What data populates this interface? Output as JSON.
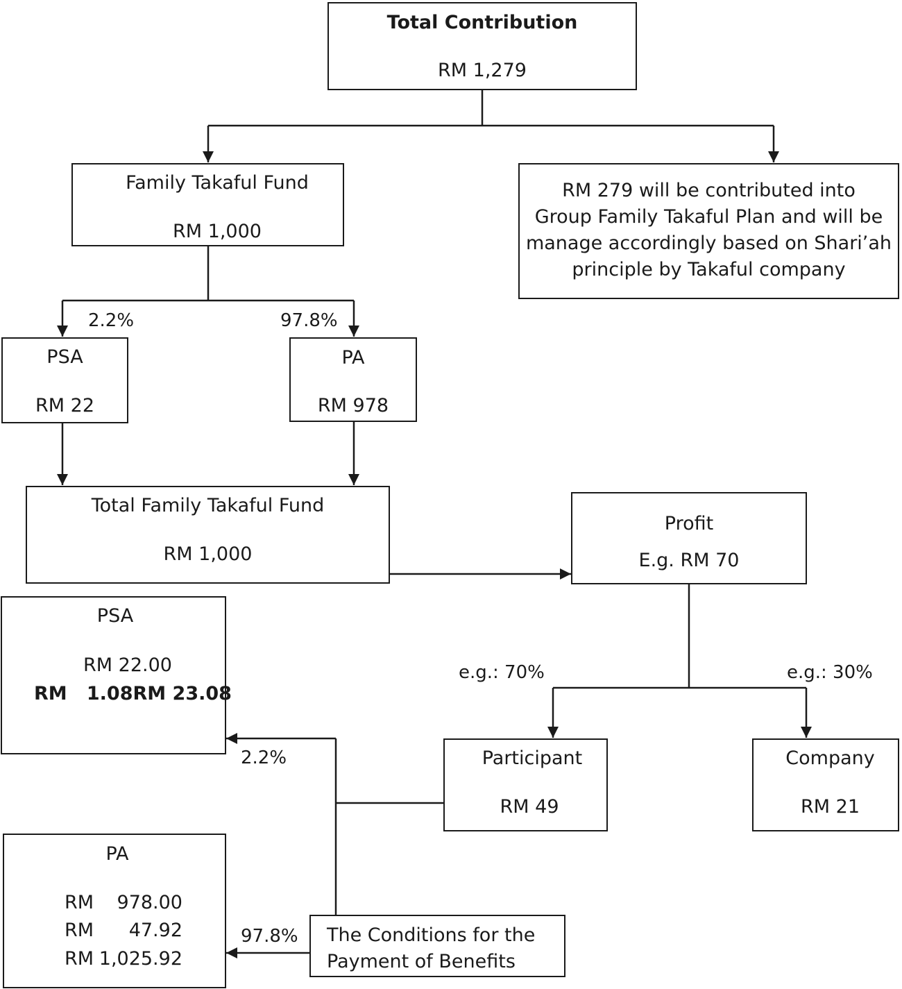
{
  "total_contribution": {
    "title": "Total Contribution",
    "amount": "RM 1,279"
  },
  "family_takaful_fund": {
    "title": "Family Takaful Fund",
    "amount": "RM 1,000"
  },
  "group_plan_note": {
    "lines": [
      "RM 279 will be contributed into",
      "Group Family Takaful Plan and will be",
      "manage accordingly based on Shari’ah",
      "principle by Takaful company"
    ]
  },
  "split_labels": {
    "psa_pct": "2.2%",
    "pa_pct": "97.8%"
  },
  "psa_top": {
    "title": "PSA",
    "amount": "RM 22"
  },
  "pa_top": {
    "title": "PA",
    "amount": "RM 978"
  },
  "total_family_takaful_fund": {
    "title": "Total Family Takaful Fund",
    "amount": "RM 1,000"
  },
  "profit": {
    "title": "Profit",
    "amount": "E.g. RM 70"
  },
  "profit_split": {
    "participant_pct": "e.g.: 70%",
    "company_pct": "e.g.: 30%"
  },
  "participant": {
    "title": "Participant",
    "amount": "RM 49"
  },
  "company": {
    "title": "Company",
    "amount": "RM 21"
  },
  "psa_bottom": {
    "title": "PSA",
    "line1": "RM 22.00",
    "line2": "RM   1.08RM 23.08",
    "pct": "2.2%"
  },
  "pa_bottom": {
    "title": "PA",
    "rows": [
      {
        "currency": "RM",
        "value": "978.00"
      },
      {
        "currency": "RM",
        "value": "47.92"
      },
      {
        "currency": "RM",
        "value": "1,025.92"
      }
    ],
    "pct": "97.8%"
  },
  "conditions": {
    "lines": [
      "The Conditions for the",
      "Payment of Benefits"
    ]
  }
}
